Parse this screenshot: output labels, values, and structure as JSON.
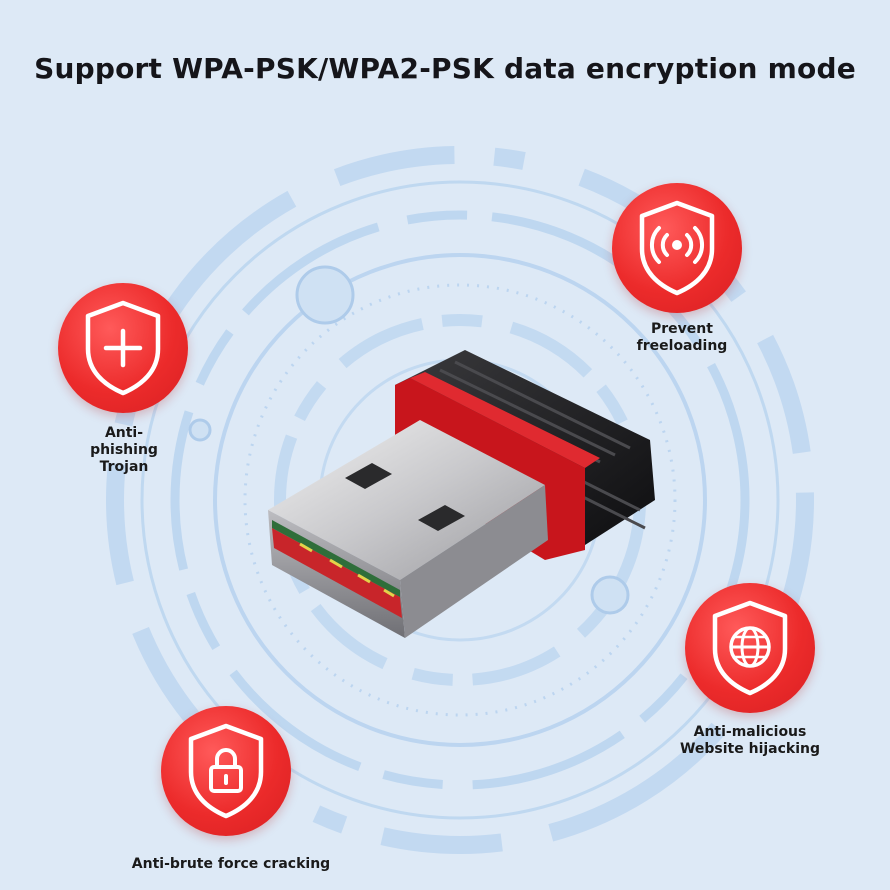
{
  "headline": "Support WPA-PSK/WPA2-PSK data encryption mode",
  "colors": {
    "background": "#dde9f6",
    "ring": "#b9d4ee",
    "ring_strong": "#a9c9ea",
    "badge_red": "#e8292b",
    "dongle_red": "#c8151c",
    "dongle_black": "#1b1b1d"
  },
  "features": [
    {
      "id": "anti-phishing",
      "icon": "shield-plus-icon",
      "lines": [
        "Anti-",
        "phishing",
        "Trojan"
      ]
    },
    {
      "id": "prevent-freeloading",
      "icon": "shield-wifi-signal-icon",
      "lines": [
        "Prevent",
        "freeloading"
      ]
    },
    {
      "id": "anti-malicious",
      "icon": "shield-globe-icon",
      "lines": [
        "Anti-malicious",
        "Website hijacking"
      ]
    },
    {
      "id": "anti-brute-force",
      "icon": "shield-lock-icon",
      "lines": [
        "Anti-brute force cracking"
      ]
    }
  ],
  "product": {
    "icon": "usb-wifi-dongle-icon"
  }
}
